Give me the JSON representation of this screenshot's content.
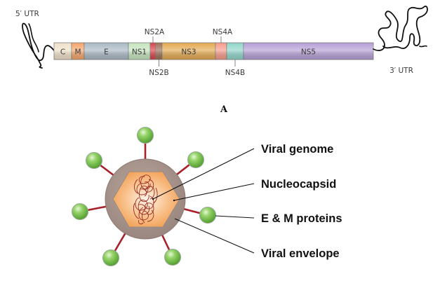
{
  "genome_map": {
    "utr5_label": "5′ UTR",
    "utr3_label": "3′ UTR",
    "segments": [
      {
        "name": "C",
        "label": "C",
        "color": "#efe0c8",
        "position": "inline"
      },
      {
        "name": "M",
        "label": "M",
        "color": "#f4a46a",
        "position": "inline"
      },
      {
        "name": "E",
        "label": "E",
        "color": "#a9b8c4",
        "position": "inline"
      },
      {
        "name": "NS1",
        "label": "NS1",
        "color": "#c5e4bd",
        "position": "inline"
      },
      {
        "name": "NS2A",
        "label": "NS2A",
        "color": "#d9414a",
        "position": "above"
      },
      {
        "name": "NS2B",
        "label": "NS2B",
        "color": "#9c6f55",
        "position": "below"
      },
      {
        "name": "NS3",
        "label": "NS3",
        "color": "#e4a950",
        "position": "inline"
      },
      {
        "name": "NS4A",
        "label": "NS4A",
        "color": "#f69a88",
        "position": "above"
      },
      {
        "name": "NS4B",
        "label": "NS4B",
        "color": "#8fd4c8",
        "position": "below"
      },
      {
        "name": "NS5",
        "label": "NS5",
        "color": "#b59fd6",
        "position": "inline"
      }
    ]
  },
  "panel_label": "A",
  "virion": {
    "envelope_color": "#a59189",
    "nucleocapsid_color": "#f5a561",
    "genome_color": "#9a2a22",
    "spike_stalk_color": "#a8202a",
    "spike_head_color": "#7cc452",
    "callouts": [
      {
        "name": "viral-genome",
        "label": "Viral genome"
      },
      {
        "name": "nucleocapsid",
        "label": "Nucleocapsid"
      },
      {
        "name": "e-m-proteins",
        "label": "E & M proteins"
      },
      {
        "name": "viral-envelope",
        "label": "Viral envelope"
      }
    ]
  }
}
